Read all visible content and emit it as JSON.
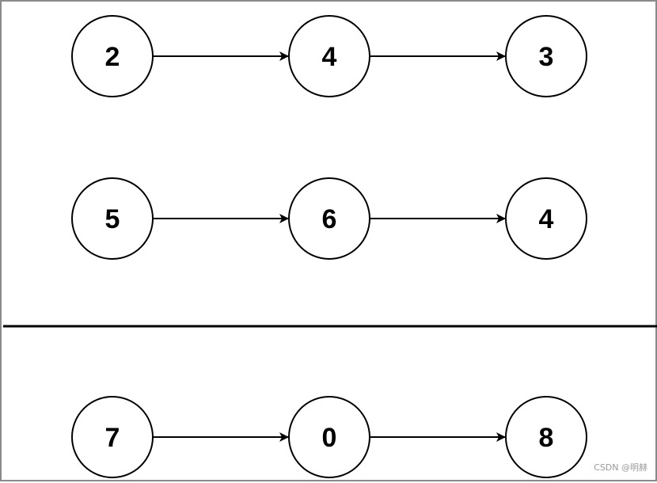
{
  "diagram": {
    "colors": {
      "stroke": "#000000",
      "node_fill": "#ffffff",
      "text": "#000000",
      "frame": "#8a8a8a"
    },
    "lists": [
      {
        "nodes": [
          "2",
          "4",
          "3"
        ]
      },
      {
        "nodes": [
          "5",
          "6",
          "4"
        ]
      },
      {
        "nodes": [
          "7",
          "0",
          "8"
        ]
      }
    ],
    "divider_after_list": 2
  },
  "watermark": "CSDN @明赫"
}
